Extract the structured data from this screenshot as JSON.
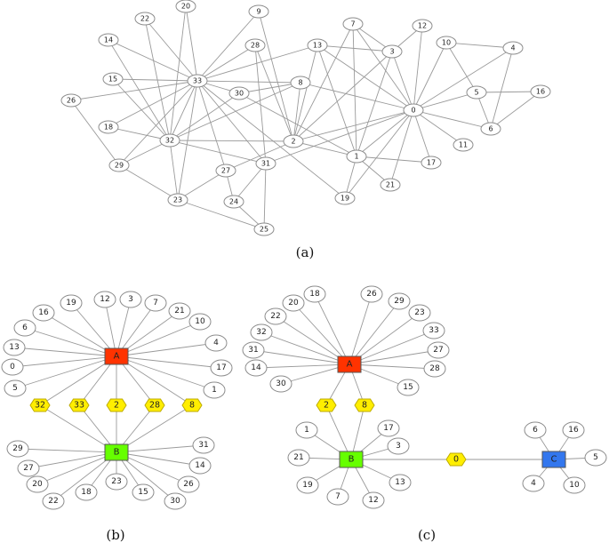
{
  "colors": {
    "comm_a": "#ff3300",
    "comm_b": "#66ff00",
    "comm_c": "#3377ee",
    "bridge": "#ffee00",
    "bridge_stroke": "#bcaa00",
    "node_stroke": "#8c8c8c",
    "edge": "#9a9a9a"
  },
  "panels": [
    {
      "caption": "(a)",
      "nodes": [
        "0",
        "1",
        "2",
        "3",
        "4",
        "5",
        "6",
        "7",
        "8",
        "9",
        "10",
        "11",
        "12",
        "13",
        "14",
        "15",
        "16",
        "17",
        "18",
        "19",
        "20",
        "21",
        "22",
        "23",
        "24",
        "25",
        "26",
        "27",
        "28",
        "29",
        "30",
        "31",
        "32",
        "33"
      ],
      "edges": [
        [
          "0",
          "1"
        ],
        [
          "0",
          "2"
        ],
        [
          "0",
          "3"
        ],
        [
          "0",
          "4"
        ],
        [
          "0",
          "5"
        ],
        [
          "0",
          "6"
        ],
        [
          "0",
          "7"
        ],
        [
          "0",
          "8"
        ],
        [
          "0",
          "10"
        ],
        [
          "0",
          "11"
        ],
        [
          "0",
          "12"
        ],
        [
          "0",
          "13"
        ],
        [
          "0",
          "17"
        ],
        [
          "0",
          "19"
        ],
        [
          "0",
          "21"
        ],
        [
          "0",
          "31"
        ],
        [
          "1",
          "2"
        ],
        [
          "1",
          "3"
        ],
        [
          "1",
          "7"
        ],
        [
          "1",
          "13"
        ],
        [
          "1",
          "17"
        ],
        [
          "1",
          "19"
        ],
        [
          "1",
          "21"
        ],
        [
          "1",
          "30"
        ],
        [
          "2",
          "3"
        ],
        [
          "2",
          "7"
        ],
        [
          "2",
          "8"
        ],
        [
          "2",
          "9"
        ],
        [
          "2",
          "13"
        ],
        [
          "2",
          "27"
        ],
        [
          "2",
          "28"
        ],
        [
          "2",
          "32"
        ],
        [
          "3",
          "7"
        ],
        [
          "3",
          "12"
        ],
        [
          "3",
          "13"
        ],
        [
          "4",
          "6"
        ],
        [
          "4",
          "10"
        ],
        [
          "5",
          "6"
        ],
        [
          "5",
          "10"
        ],
        [
          "5",
          "16"
        ],
        [
          "6",
          "16"
        ],
        [
          "8",
          "30"
        ],
        [
          "8",
          "32"
        ],
        [
          "8",
          "33"
        ],
        [
          "9",
          "33"
        ],
        [
          "13",
          "33"
        ],
        [
          "14",
          "32"
        ],
        [
          "14",
          "33"
        ],
        [
          "15",
          "32"
        ],
        [
          "15",
          "33"
        ],
        [
          "18",
          "32"
        ],
        [
          "18",
          "33"
        ],
        [
          "19",
          "33"
        ],
        [
          "20",
          "32"
        ],
        [
          "20",
          "33"
        ],
        [
          "22",
          "32"
        ],
        [
          "22",
          "33"
        ],
        [
          "23",
          "25"
        ],
        [
          "23",
          "27"
        ],
        [
          "23",
          "29"
        ],
        [
          "23",
          "32"
        ],
        [
          "23",
          "33"
        ],
        [
          "24",
          "25"
        ],
        [
          "24",
          "27"
        ],
        [
          "24",
          "31"
        ],
        [
          "25",
          "31"
        ],
        [
          "26",
          "29"
        ],
        [
          "26",
          "33"
        ],
        [
          "27",
          "33"
        ],
        [
          "28",
          "31"
        ],
        [
          "28",
          "33"
        ],
        [
          "29",
          "32"
        ],
        [
          "29",
          "33"
        ],
        [
          "30",
          "32"
        ],
        [
          "30",
          "33"
        ],
        [
          "31",
          "32"
        ],
        [
          "31",
          "33"
        ],
        [
          "32",
          "33"
        ]
      ]
    },
    {
      "caption": "(b)",
      "communities": [
        {
          "label": "A",
          "members": [
            "19",
            "12",
            "3",
            "7",
            "21",
            "10",
            "4",
            "17",
            "1",
            "5",
            "0",
            "13",
            "6",
            "16"
          ]
        },
        {
          "label": "B",
          "members": [
            "31",
            "14",
            "26",
            "30",
            "15",
            "23",
            "18",
            "22",
            "20",
            "27",
            "29"
          ]
        }
      ],
      "bridges": [
        "32",
        "33",
        "2",
        "28",
        "8"
      ]
    },
    {
      "caption": "(c)",
      "communities": [
        {
          "label": "A",
          "members": [
            "18",
            "26",
            "29",
            "23",
            "33",
            "27",
            "28",
            "15",
            "30",
            "14",
            "31",
            "32",
            "22",
            "20"
          ]
        },
        {
          "label": "B",
          "members": [
            "17",
            "3",
            "13",
            "12",
            "7",
            "19",
            "21",
            "1"
          ]
        },
        {
          "label": "C",
          "members": [
            "6",
            "16",
            "5",
            "10",
            "4"
          ]
        }
      ],
      "bridges": [
        "2",
        "8",
        "0"
      ]
    }
  ]
}
